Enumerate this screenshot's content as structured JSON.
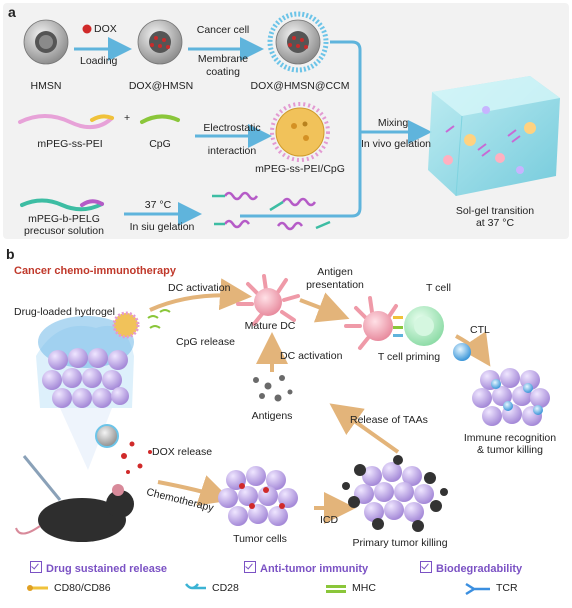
{
  "panel_a": {
    "letter": "a",
    "hmsn": "HMSN",
    "dox": "DOX",
    "loading": "Loading",
    "dox_hmsn": "DOX@HMSN",
    "cancer_cell": "Cancer cell",
    "membrane_coating_1": "Membrane",
    "membrane_coating_2": "coating",
    "dox_hmsn_ccm": "DOX@HMSN@CCM",
    "mpeg_ss_pei": "mPEG-ss-PEI",
    "plus": "+",
    "cpg": "CpG",
    "electrostatic": "Electrostatic",
    "interaction": "interaction",
    "mpeg_ss_pei_cpg": "mPEG-ss-PEI/CpG",
    "mpeg_b_pelg_1": "mPEG-b-PELG",
    "mpeg_b_pelg_2": "precusor solution",
    "temp": "37 °C",
    "in_situ": "In siu gelation",
    "mixing": "Mixing",
    "in_vivo": "In vivo gelation",
    "sol_gel_1": "Sol-gel transition",
    "sol_gel_2": "at 37 °C"
  },
  "panel_b": {
    "letter": "b",
    "title": "Cancer chemo-immunotherapy",
    "drug_loaded_hydrogel": "Drug-loaded hydrogel",
    "dc_activation_top": "DC activation",
    "cpg_release": "CpG release",
    "mature_dc": "Mature DC",
    "antigen_1": "Antigen",
    "antigen_2": "presentation",
    "t_cell": "T cell",
    "t_cell_priming": "T cell priming",
    "ctl": "CTL",
    "dc_activation_mid": "DC activation",
    "antigens": "Antigens",
    "release_taas": "Release of TAAs",
    "immune_1": "Immune recognition",
    "immune_2": "& tumor killing",
    "dox_release": "DOX release",
    "chemotherapy": "Chemotherapy",
    "tumor_cells": "Tumor cells",
    "icd": "ICD",
    "primary_killing": "Primary tumor killing"
  },
  "features": [
    "Drug sustained release",
    "Anti-tumor immunity",
    "Biodegradability"
  ],
  "legend": {
    "cd80": "CD80/CD86",
    "cd28": "CD28",
    "mhc": "MHC",
    "tcr": "TCR"
  },
  "colors": {
    "arrow_blue": "#5fb4dc",
    "arrow_tan": "#e3b47a",
    "title_red": "#c0392b",
    "feature_purple": "#7b52c4",
    "bg_a": "#f2f2f2"
  }
}
